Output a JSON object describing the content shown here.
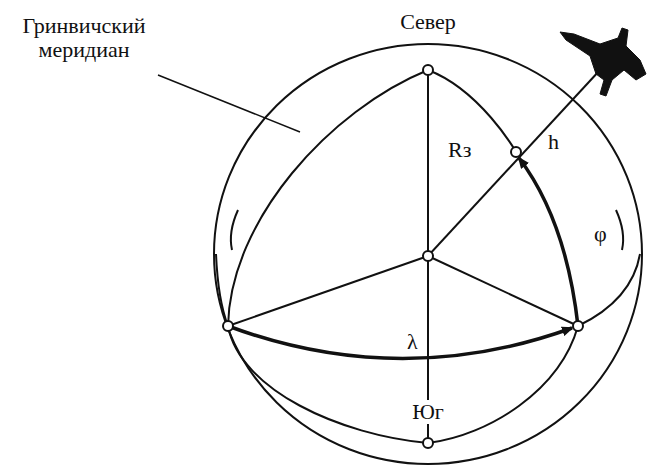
{
  "diagram": {
    "labels": [
      "Север",
      "Гринвичский меридиан",
      "Rз",
      "h",
      "φ",
      "λ",
      "Юг"
    ]
  }
}
